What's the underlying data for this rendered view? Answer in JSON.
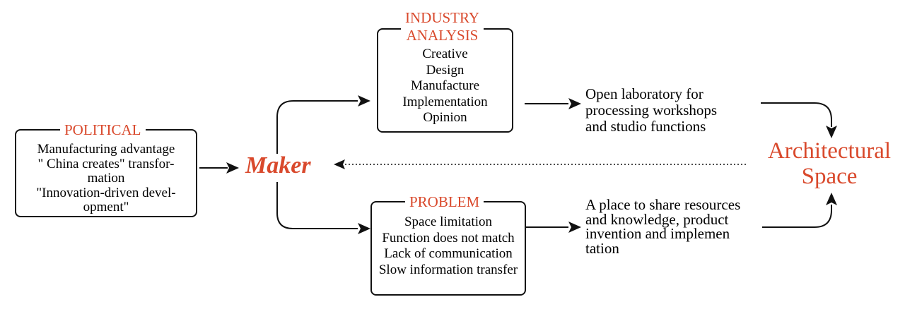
{
  "political": {
    "title": "POLITICAL",
    "lines": [
      "Manufacturing advantage",
      "\" China creates\" transfor-",
      "mation",
      "\"Innovation-driven devel-",
      "opment\""
    ]
  },
  "industry": {
    "title_lines": [
      "INDUSTRY",
      "ANALYSIS"
    ],
    "lines": [
      "Creative",
      "Design",
      "Manufacture",
      "Implementation",
      "Opinion"
    ]
  },
  "problem": {
    "title": "PROBLEM",
    "lines": [
      "Space limitation",
      "Function does not match",
      "Lack of communication",
      "Slow information transfer"
    ]
  },
  "maker": {
    "label": "Maker"
  },
  "open_lab": {
    "lines": [
      "Open laboratory for",
      "processing workshops",
      "and studio functions"
    ]
  },
  "share_place": {
    "lines": [
      "A place to share resources",
      "and knowledge, product",
      "invention and implemen",
      "tation"
    ]
  },
  "architectural_space": {
    "lines": [
      "Architectural",
      "Space"
    ]
  },
  "colors": {
    "accent": "#d9492c",
    "line": "#111111"
  }
}
